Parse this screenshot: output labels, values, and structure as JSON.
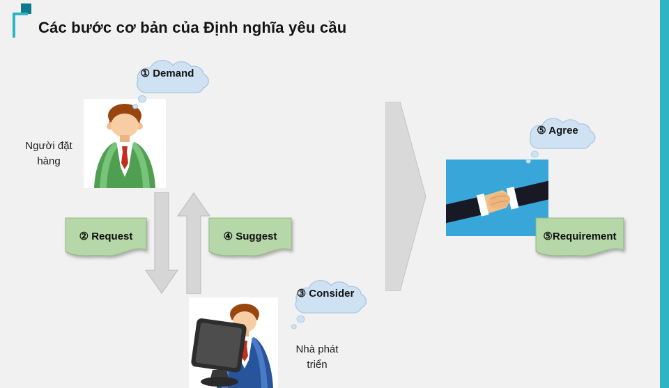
{
  "title": "Các bước cơ bản của Định nghĩa yêu cầu",
  "bubbles": {
    "demand": "① Demand",
    "consider": "③ Consider",
    "agree": "⑤ Agree"
  },
  "notes": {
    "request": "② Request",
    "suggest": "④ Suggest",
    "requirement": "⑤Requirement"
  },
  "actors": {
    "customer": "Người đặt hàng",
    "developer": "Nhà phát triển"
  },
  "colors": {
    "accent_teal": "#2fb3c6",
    "accent_dark_teal": "#0f7a8c",
    "cloud_blue": "#cfe2f3",
    "note_green": "#b6d7a8",
    "arrow_gray": "#d9d9d9",
    "handshake_blue": "#38a6d8",
    "background": "#f1f1f1"
  }
}
